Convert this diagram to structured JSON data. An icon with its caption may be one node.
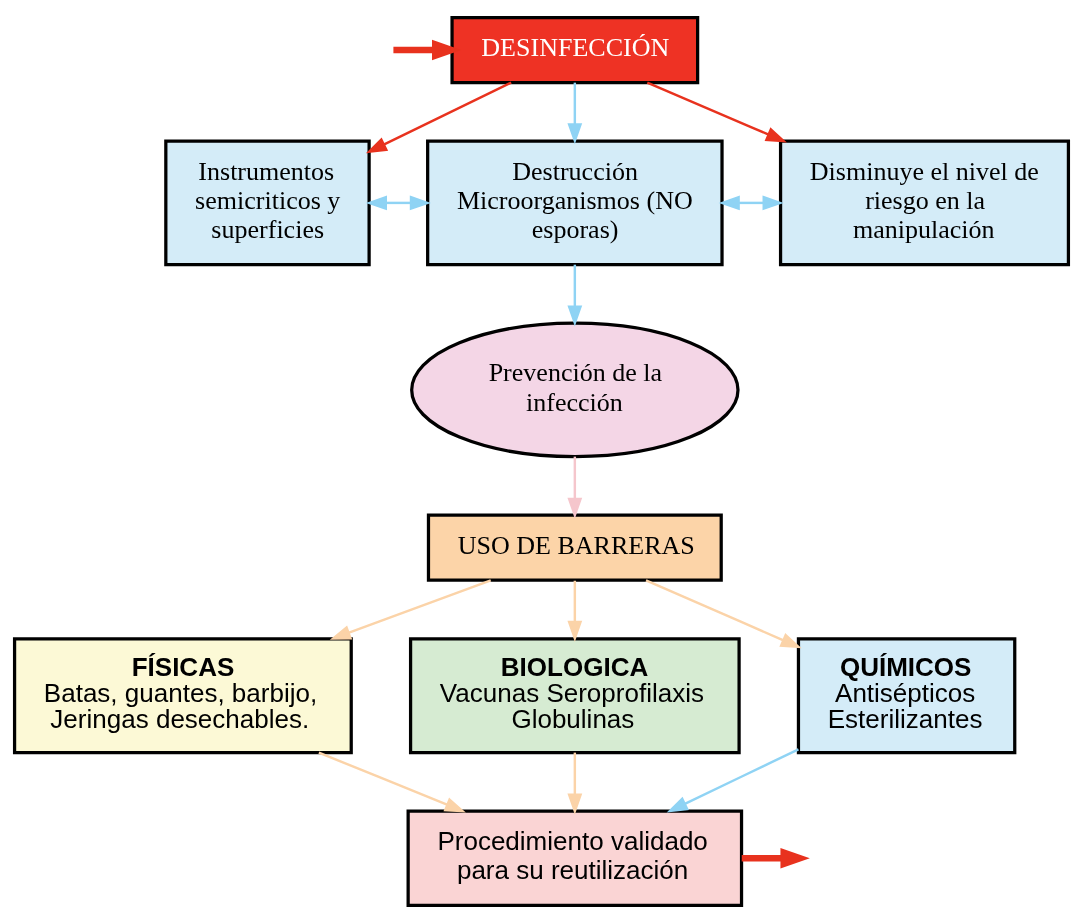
{
  "diagram": {
    "nodes": [
      {
        "text": [
          "DESINFECCIÓN"
        ]
      },
      {
        "text": [
          "Instrumentos semicriticos y superficies"
        ]
      },
      {
        "text": [
          "Destrucción Microorganismos (NO esporas)"
        ]
      },
      {
        "text": [
          "Disminuye el nivel de riesgo en la manipulación"
        ]
      },
      {
        "text": [
          "Prevención de la infección"
        ]
      },
      {
        "text": [
          "USO DE BARRERAS"
        ]
      },
      {
        "text": [
          "FÍSICAS",
          "Batas, guantes, barbijo, Jeringas desechables."
        ]
      },
      {
        "text": [
          "BIOLOGICA",
          "Vacunas Seroprofilaxis Globulinas"
        ]
      },
      {
        "text": [
          "QUÍMICOS",
          "Antisépticos Esterilizantes"
        ]
      },
      {
        "text": [
          "Procedimiento validado para su reutilización"
        ]
      }
    ],
    "edges": [
      {
        "from": null,
        "to": 0,
        "arrow": "to",
        "style": "thick",
        "color": "#e8321e"
      },
      {
        "from": 0,
        "to": 1,
        "arrow": "to",
        "color": "#e8321e"
      },
      {
        "from": 0,
        "to": 2,
        "arrow": "to",
        "color": "#8fd3f4"
      },
      {
        "from": 0,
        "to": 3,
        "arrow": "to",
        "color": "#e8321e"
      },
      {
        "from": 1,
        "to": 2,
        "arrow": "both",
        "color": "#8fd3f4"
      },
      {
        "from": 2,
        "to": 3,
        "arrow": "both",
        "color": "#8fd3f4"
      },
      {
        "from": 2,
        "to": 4,
        "arrow": "to",
        "color": "#8fd3f4"
      },
      {
        "from": 4,
        "to": 5,
        "arrow": "to",
        "color": "#f5c6cc"
      },
      {
        "from": 5,
        "to": 6,
        "arrow": "to",
        "color": "#fbd3a8"
      },
      {
        "from": 5,
        "to": 7,
        "arrow": "to",
        "color": "#fbd3a8"
      },
      {
        "from": 5,
        "to": 8,
        "arrow": "to",
        "color": "#fbd3a8"
      },
      {
        "from": 6,
        "to": 9,
        "arrow": "to",
        "color": "#fbd3a8"
      },
      {
        "from": 7,
        "to": 9,
        "arrow": "to",
        "color": "#fbd3a8"
      },
      {
        "from": 8,
        "to": 9,
        "arrow": "to",
        "color": "#8fd3f4"
      },
      {
        "from": 9,
        "to": null,
        "arrow": "to",
        "style": "thick",
        "color": "#e8321e"
      }
    ]
  }
}
